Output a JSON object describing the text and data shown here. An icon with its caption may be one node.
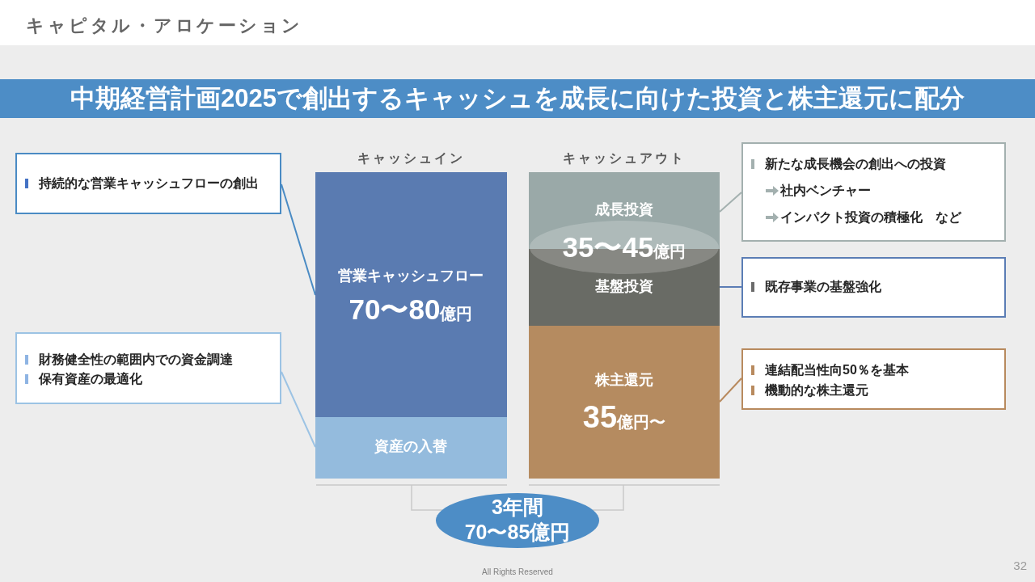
{
  "diagram": {
    "title": "キャピタル・アロケーション",
    "nodes": [
      {
        "text": [
          "中期経営計画2025で創出するキャッシュを成長に向けた投資と株主還元に配分"
        ]
      },
      {
        "text": [
          "持続的な営業キャッシュフローの創出"
        ]
      },
      {
        "text": [
          "財務健全性の範囲内での資金調達",
          "保有資産の最適化"
        ]
      },
      {
        "text": [
          "キャッシュイン"
        ]
      },
      {
        "text": [
          "営業キャッシュフロー",
          "70〜80億円"
        ],
        "in": 3
      },
      {
        "text": [
          "資産の入替"
        ],
        "in": 3
      },
      {
        "text": [
          "キャッシュアウト"
        ]
      },
      {
        "text": [
          "成長投資"
        ],
        "in": 6
      },
      {
        "text": [
          "35〜45億円"
        ],
        "in": 6
      },
      {
        "text": [
          "基盤投資"
        ],
        "in": 6
      },
      {
        "text": [
          "株主還元",
          "35億円〜"
        ],
        "in": 6
      },
      {
        "text": [
          "新たな成長機会の創出への投資",
          "社内ベンチャー",
          "インパクト投資の積極化　など"
        ]
      },
      {
        "text": [
          "既存事業の基盤強化"
        ]
      },
      {
        "text": [
          "連結配当性向50％を基本",
          "機動的な株主還元"
        ]
      },
      {
        "text": [
          "3年間",
          "70〜85億円"
        ]
      }
    ],
    "edges": [
      {
        "from": 1,
        "to": 4,
        "arrow": "none",
        "color": "#4a8bc4"
      },
      {
        "from": 2,
        "to": 5,
        "arrow": "none",
        "color": "#9cc3e4"
      },
      {
        "from": 11,
        "to": 7,
        "arrow": "none",
        "color": "#a3b0af"
      },
      {
        "from": 12,
        "to": 9,
        "arrow": "none",
        "color": "#5b7db5"
      },
      {
        "from": 13,
        "to": 10,
        "arrow": "none",
        "color": "#b88a5e"
      }
    ],
    "labels": [
      "All Rights Reserved",
      "32"
    ]
  }
}
